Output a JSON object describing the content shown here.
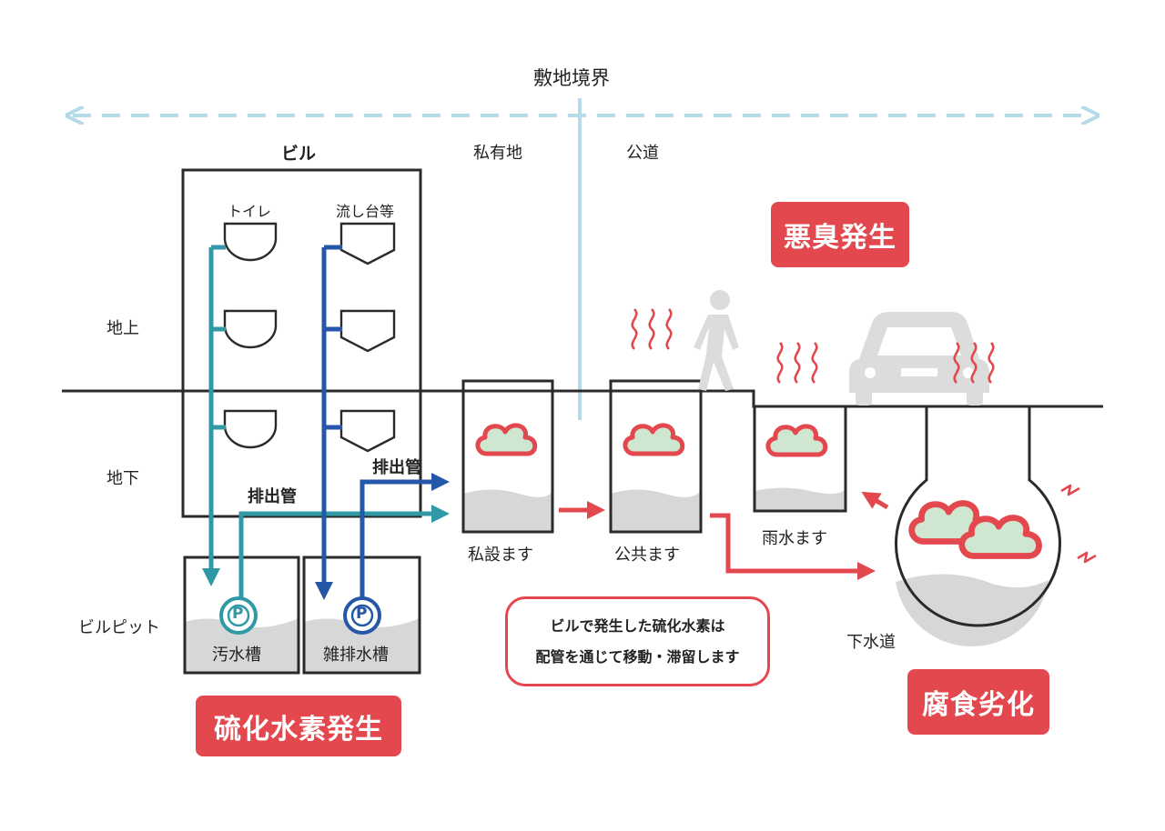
{
  "labels": {
    "boundary": "敷地境界",
    "building": "ビル",
    "private_land": "私有地",
    "public_road": "公道",
    "toilet": "トイレ",
    "sink": "流し台等",
    "above_ground": "地上",
    "underground": "地下",
    "building_pit": "ビルピット",
    "discharge_pipe_1": "排出管",
    "discharge_pipe_2": "排出管",
    "sewage_tank": "汚水槽",
    "misc_tank": "雑排水槽",
    "pump_symbol": "P",
    "private_basin": "私設ます",
    "public_basin": "公共ます",
    "rain_basin": "雨水ます",
    "sewer": "下水道"
  },
  "badges": {
    "odor": "悪臭発生",
    "h2s": "硫化水素発生",
    "corrosion": "腐食劣化"
  },
  "callout": {
    "line1": "ビルで発生した硫化水素は",
    "line2": "配管を通じて移動・滞留します"
  },
  "colors": {
    "accent_red": "#e3484e",
    "teal_pipe": "#2f9aa6",
    "blue_pipe": "#2557a8",
    "boundary_blue": "#b5dbe9",
    "water_gray": "#d6d8d8",
    "gas_green": "#cfe6d0",
    "silhouette_gray": "#dcdcdc",
    "outline": "#2a2a2a"
  },
  "icons": [
    "pump-icon",
    "pedestrian-icon",
    "car-icon",
    "gas-cloud-icon",
    "odor-wave-icon",
    "corrosion-spark-icon"
  ]
}
